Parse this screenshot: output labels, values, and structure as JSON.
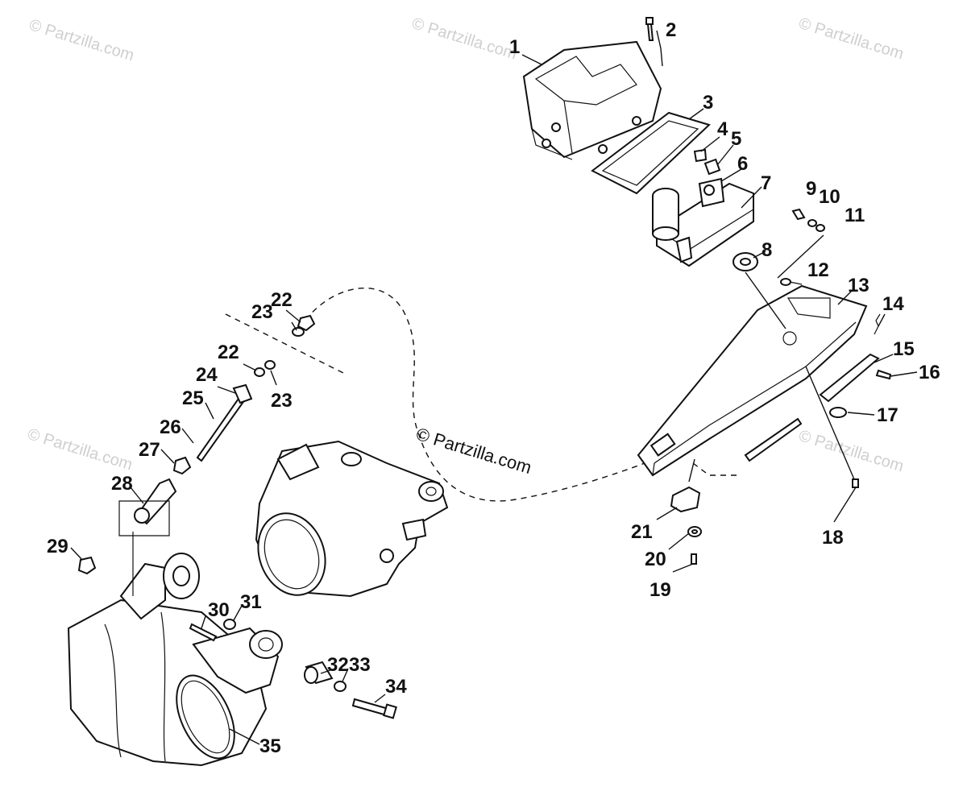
{
  "watermarks": {
    "text": "© Partzilla.com",
    "center": "© Partzilla.com"
  },
  "callouts": {
    "p1": "1",
    "p2": "2",
    "p3": "3",
    "p4": "4",
    "p5": "5",
    "p6": "6",
    "p7": "7",
    "p8": "8",
    "p9": "9",
    "p10": "10",
    "p11": "11",
    "p12": "12",
    "p13": "13",
    "p14": "14",
    "p15": "15",
    "p16": "16",
    "p17": "17",
    "p18": "18",
    "p19": "19",
    "p20": "20",
    "p21": "21",
    "p22a": "22",
    "p22b": "22",
    "p23a": "23",
    "p23b": "23",
    "p24": "24",
    "p25": "25",
    "p26": "26",
    "p27": "27",
    "p28": "28",
    "p29": "29",
    "p30": "30",
    "p31": "31",
    "p32": "32",
    "p33": "33",
    "p34": "34",
    "p35": "35"
  }
}
